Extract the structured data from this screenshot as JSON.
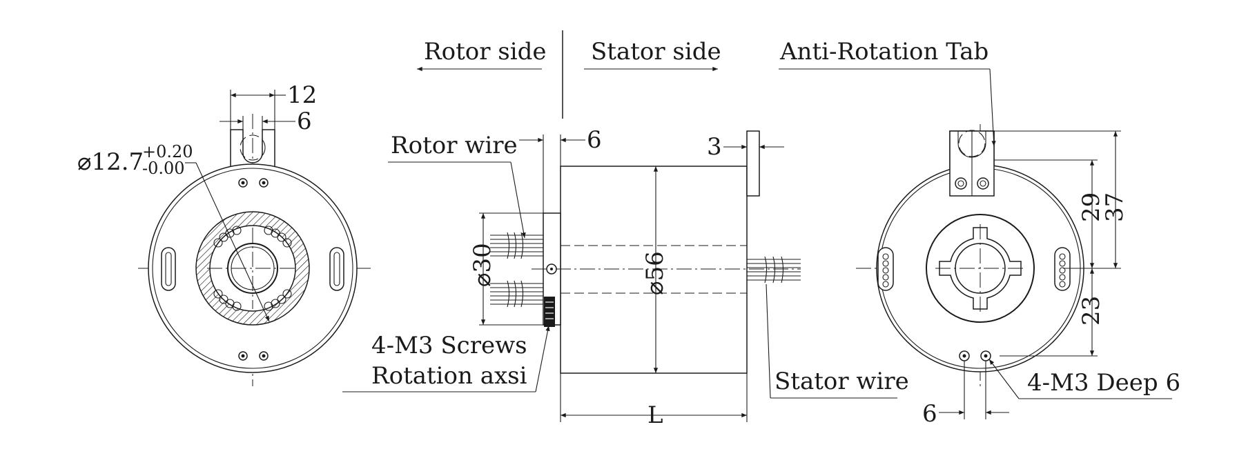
{
  "labels": {
    "rotor_side": "Rotor side",
    "stator_side": "Stator side",
    "anti_rotation_tab": "Anti-Rotation Tab",
    "rotor_wire": "Rotor wire",
    "screws": "4-M3 Screws",
    "rotation_axis": "Rotation axsi",
    "stator_wire": "Stator wire",
    "deep6": "4-M3 Deep 6"
  },
  "dimensions": {
    "left_tab_width": "12",
    "left_slot_width": "6",
    "bore_diameter": "⌀12.7",
    "bore_tol_upper": "+0.20",
    "bore_tol_lower": "-0.00",
    "flange_offset": "6",
    "tab_thickness": "3",
    "flange_diameter": "⌀30",
    "body_diameter": "⌀56",
    "body_length": "L",
    "dim_29": "29",
    "dim_37": "37",
    "dim_23": "23",
    "hole_spacing": "6"
  }
}
